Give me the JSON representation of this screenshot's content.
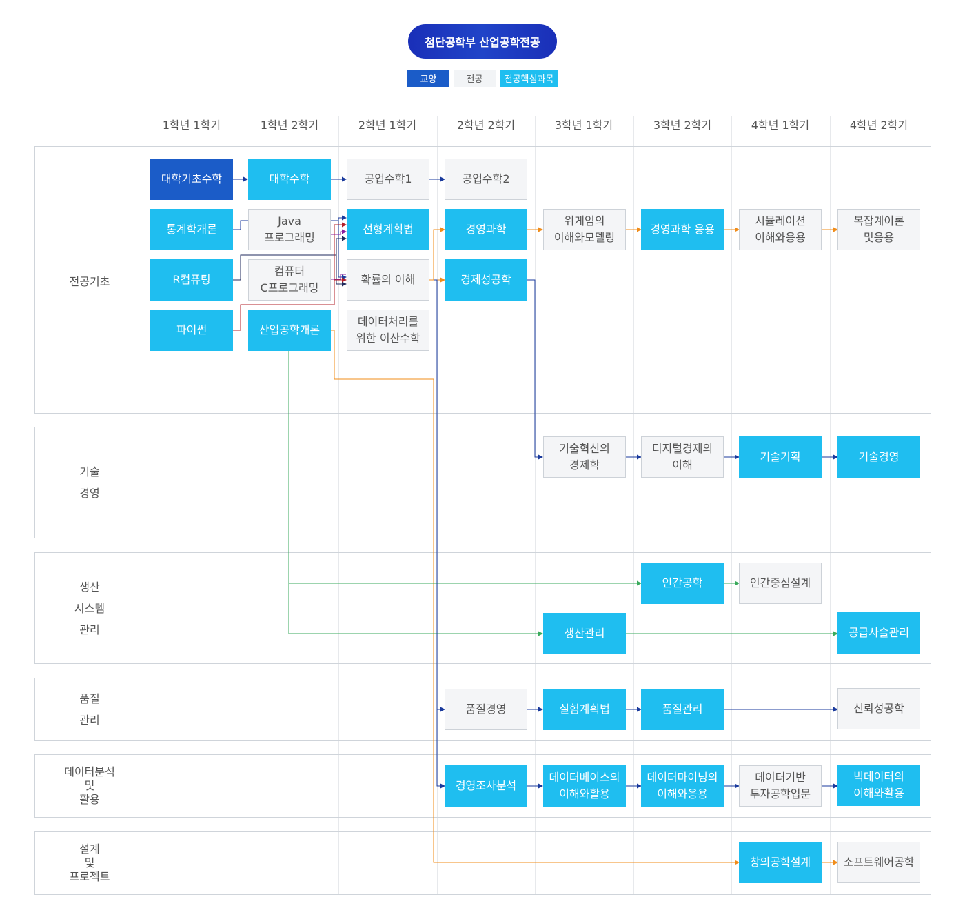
{
  "title": "첨단공학부 산업공학전공",
  "legend": {
    "general": "교양",
    "major": "전공",
    "core": "전공핵심과목"
  },
  "semesters": [
    "1학년 1학기",
    "1학년 2학기",
    "2학년 1학기",
    "2학년 2학기",
    "3학년 1학기",
    "3학년 2학기",
    "4학년 1학기",
    "4학년 2학기"
  ],
  "categories": {
    "basics": "전공기초",
    "tech1": "기술",
    "tech2": "경영",
    "prod1": "생산",
    "prod2": "시스템",
    "prod3": "관리",
    "qual1": "품질",
    "qual2": "관리",
    "data1": "데이터분석",
    "data2": "및",
    "data3": "활용",
    "design1": "설계",
    "design2": "및",
    "design3": "프로젝트"
  },
  "courses": {
    "c1": "대학기초수학",
    "c2": "통계학개론",
    "c3": "R컴퓨팅",
    "c4": "파이썬",
    "c5": "대학수학",
    "c6a": "Java",
    "c6b": "프로그래밍",
    "c7a": "컴퓨터",
    "c7b": "C프로그래밍",
    "c8": "산업공학개론",
    "c9": "공업수학1",
    "c10": "선형계획법",
    "c11": "확률의 이해",
    "c12a": "데이터처리를",
    "c12b": "위한 이산수학",
    "c13": "공업수학2",
    "c14": "경영과학",
    "c15": "경제성공학",
    "c16a": "워게임의",
    "c16b": "이해와모델링",
    "c17": "경영과학 응용",
    "c18a": "시뮬레이션",
    "c18b": "이해와응용",
    "c19a": "복잡계이론",
    "c19b": "및응용",
    "c20a": "기술혁신의",
    "c20b": "경제학",
    "c21a": "디지털경제의",
    "c21b": "이해",
    "c22": "기술기획",
    "c23": "기술경영",
    "c24": "인간공학",
    "c25": "인간중심설계",
    "c26": "생산관리",
    "c27": "공급사슬관리",
    "c28": "품질경영",
    "c29": "실험계획법",
    "c30": "품질관리",
    "c31": "신뢰성공학",
    "c32": "경영조사분석",
    "c33a": "데이터베이스의",
    "c33b": "이해와활용",
    "c34a": "데이터마이닝의",
    "c34b": "이해와응용",
    "c35a": "데이터기반",
    "c35b": "투자공학입문",
    "c36a": "빅데이터의",
    "c36b": "이해와활용",
    "c37": "창의공학설계",
    "c38": "소프트웨어공학"
  },
  "colors": {
    "general": "#1b5cc8",
    "core": "#1fbef0",
    "major_bg": "#f4f5f7",
    "arrow_blue": "#1a3a9c",
    "arrow_orange": "#f08c1a",
    "arrow_green": "#3aaa5c",
    "arrow_red": "#b3202a",
    "arrow_purple": "#8a1e9e",
    "arrow_navy": "#1f2a5c"
  }
}
